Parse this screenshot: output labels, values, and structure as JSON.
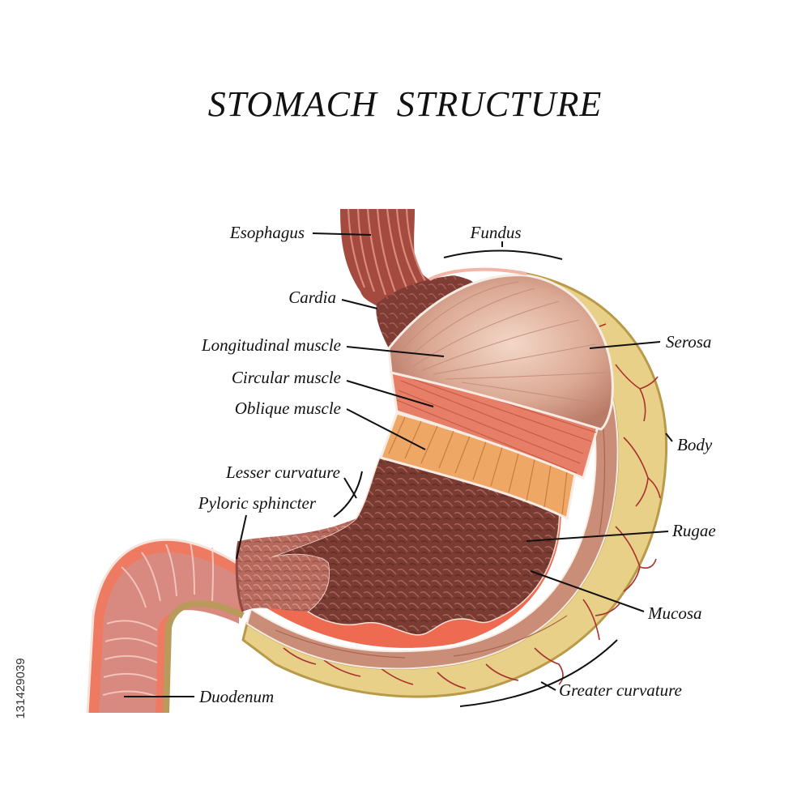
{
  "title": "STOMACH  STRUCTURE",
  "labels": {
    "esophagus": "Esophagus",
    "fundus": "Fundus",
    "cardia": "Cardia",
    "serosa": "Serosa",
    "longitudinal_muscle": "Longitudinal muscle",
    "circular_muscle": "Circular muscle",
    "oblique_muscle": "Oblique muscle",
    "body": "Body",
    "lesser_curvature": "Lesser curvature",
    "pyloric_sphincter": "Pyloric sphincter",
    "rugae": "Rugae",
    "mucosa": "Mucosa",
    "duodenum": "Duodenum",
    "greater_curvature": "Greater curvature"
  },
  "stock_id": "131429039",
  "colors": {
    "serosa": "#e9d089",
    "serosa_edge": "#b99a48",
    "vessels": "#a8322d",
    "longitudinal": "#d9a994",
    "circular": "#e77e67",
    "oblique": "#eea764",
    "rugae": "#7a3b33",
    "submucosa": "#ee6b52",
    "duodenum": "#d98a80"
  }
}
